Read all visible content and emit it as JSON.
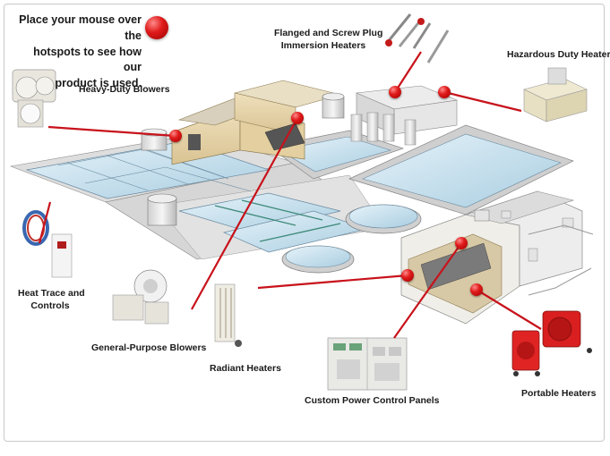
{
  "instruction": {
    "line1": "Place your mouse over the",
    "line2": "hotspots to see how our",
    "line3": "product is used."
  },
  "labels": {
    "heavy_duty_blowers": "Heavy-Duty Blowers",
    "flanged_line1": "Flanged and Screw Plug",
    "flanged_line2": "Immersion Heaters",
    "hazardous": "Hazardous Duty Heaters",
    "heat_trace_line1": "Heat Trace and",
    "heat_trace_line2": "Controls",
    "general_blowers": "General-Purpose Blowers",
    "radiant": "Radiant Heaters",
    "custom_panels": "Custom Power Control Panels",
    "portable": "Portable Heaters"
  },
  "colors": {
    "hotspot": "#d8141a",
    "leader_line": "#c8121b"
  },
  "icons": [
    "hotspot-legend-icon"
  ]
}
